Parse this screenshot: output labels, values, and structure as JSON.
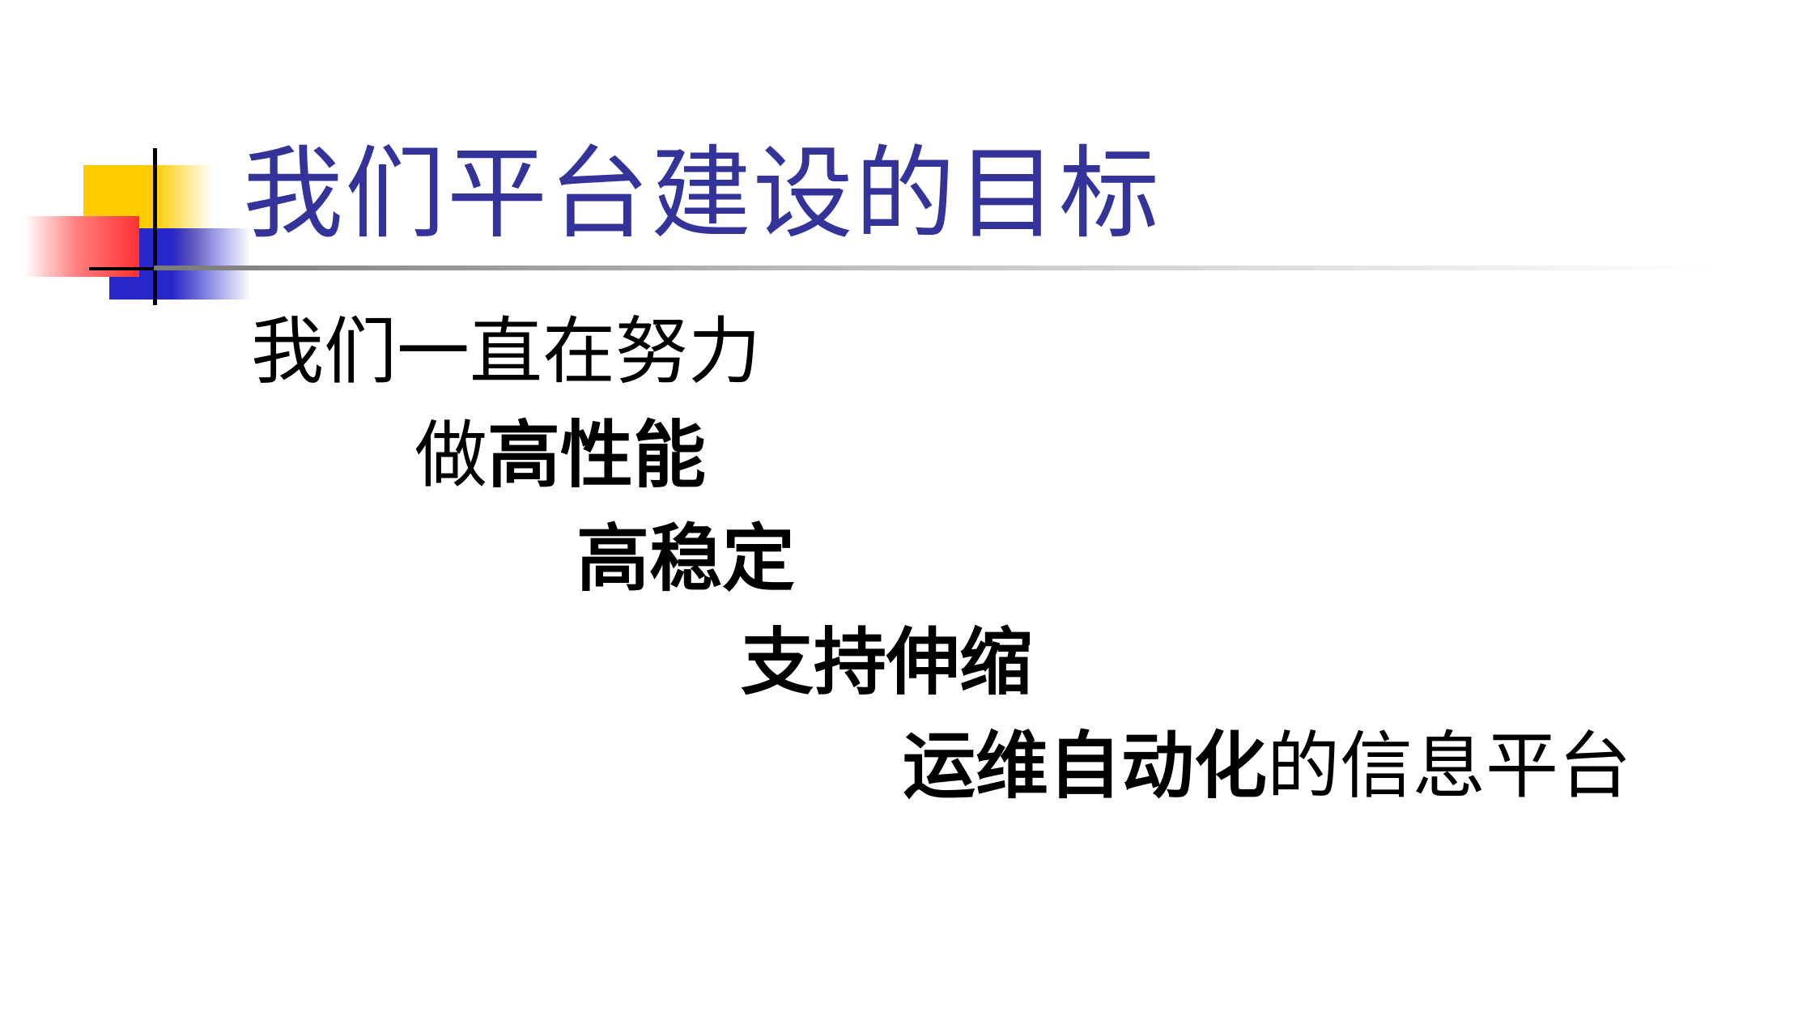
{
  "slide": {
    "title": "我们平台建设的目标",
    "lines": [
      {
        "text": "我们一直在努力"
      },
      {
        "prefix": "做",
        "bold": "高性能"
      },
      {
        "bold": "高稳定"
      },
      {
        "bold": "支持伸缩"
      },
      {
        "bold": "运维自动化",
        "suffix": "的信息平台"
      }
    ]
  },
  "colors": {
    "title": "#33339a",
    "text": "#000000",
    "accent_yellow": "#ffcc00",
    "accent_blue": "#2828c8",
    "accent_red": "#ff3030"
  }
}
